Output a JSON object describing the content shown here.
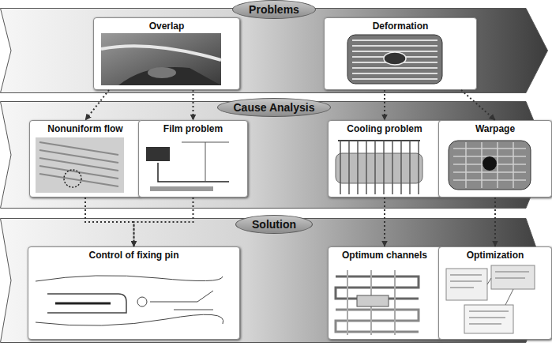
{
  "diagram": {
    "nodes": [
      {
        "text": [
          "Problems"
        ]
      },
      {
        "text": [
          "Overlap"
        ],
        "in": 0
      },
      {
        "text": [
          "Deformation"
        ],
        "in": 0
      },
      {
        "text": [
          "Cause Analysis"
        ]
      },
      {
        "text": [
          "Nonuniform flow"
        ],
        "in": 3
      },
      {
        "text": [
          "Film problem"
        ],
        "in": 3
      },
      {
        "text": [
          "Cooling problem"
        ],
        "in": 3
      },
      {
        "text": [
          "Warpage"
        ],
        "in": 3
      },
      {
        "text": [
          "Solution"
        ]
      },
      {
        "text": [
          "Control of fixing pin"
        ],
        "in": 8
      },
      {
        "text": [
          "Optimum channels"
        ],
        "in": 8
      },
      {
        "text": [
          "Optimization"
        ],
        "in": 8
      }
    ],
    "edges": [
      {
        "from": 1,
        "to": 4,
        "arrow": "to"
      },
      {
        "from": 1,
        "to": 5,
        "arrow": "to"
      },
      {
        "from": 2,
        "to": 6,
        "arrow": "to"
      },
      {
        "from": 2,
        "to": 7,
        "arrow": "to"
      },
      {
        "from": 4,
        "to": 9,
        "arrow": "to"
      },
      {
        "from": 5,
        "to": 9,
        "arrow": "to"
      },
      {
        "from": 6,
        "to": 10,
        "arrow": "to"
      },
      {
        "from": 7,
        "to": 11,
        "arrow": "to"
      }
    ]
  }
}
